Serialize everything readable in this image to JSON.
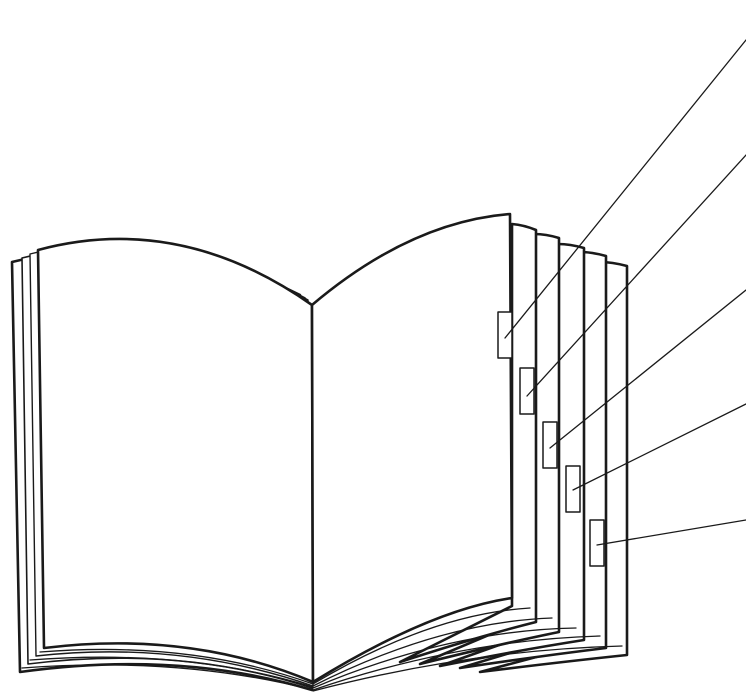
{
  "figure": {
    "subject": "open-binder-with-index-tabs",
    "stroke_color": "#1a1a1a",
    "background_color": "#ffffff",
    "tab_count": 5,
    "leader_line_count": 5,
    "labels": []
  }
}
